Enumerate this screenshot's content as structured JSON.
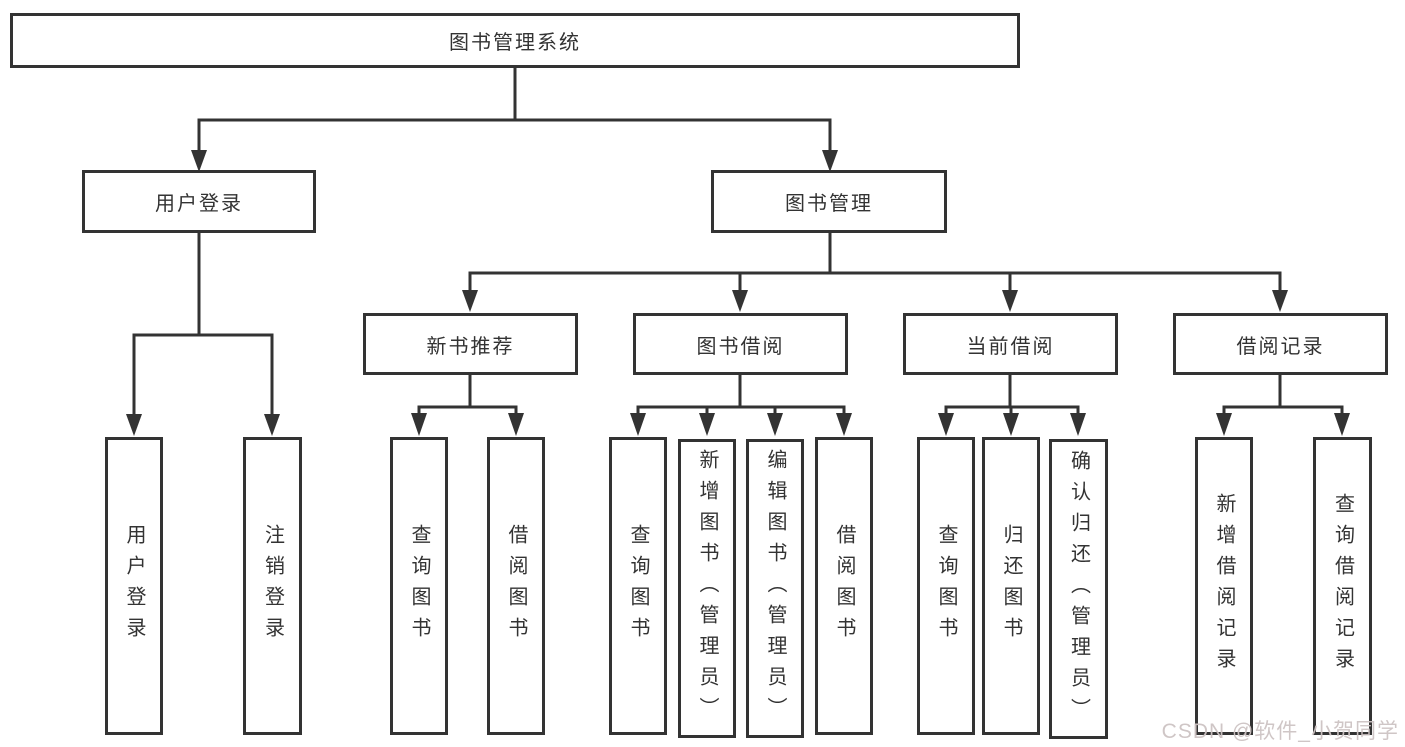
{
  "diagram": {
    "root": {
      "label": "图书管理系统"
    },
    "level2": [
      {
        "label": "用户登录"
      },
      {
        "label": "图书管理"
      }
    ],
    "level3": [
      {
        "label": "新书推荐"
      },
      {
        "label": "图书借阅"
      },
      {
        "label": "当前借阅"
      },
      {
        "label": "借阅记录"
      }
    ],
    "leaves": {
      "login": [
        {
          "label": "用户登录"
        },
        {
          "label": "注销登录"
        }
      ],
      "recommend": [
        {
          "label": "查询图书"
        },
        {
          "label": "借阅图书"
        }
      ],
      "borrow": [
        {
          "label": "查询图书"
        },
        {
          "label": "新增图书（管理员）"
        },
        {
          "label": "编辑图书（管理员）"
        },
        {
          "label": "借阅图书"
        }
      ],
      "current": [
        {
          "label": "查询图书"
        },
        {
          "label": "归还图书"
        },
        {
          "label": "确认归还（管理员）"
        }
      ],
      "records": [
        {
          "label": "新增借阅记录"
        },
        {
          "label": "查询借阅记录"
        }
      ]
    },
    "watermark": {
      "text": "CSDN @软件_小贺同学",
      "color": "#cdc3c3"
    },
    "colors": {
      "line": "#333333",
      "border": "#333333",
      "background": "#ffffff",
      "text": "#333333"
    }
  }
}
